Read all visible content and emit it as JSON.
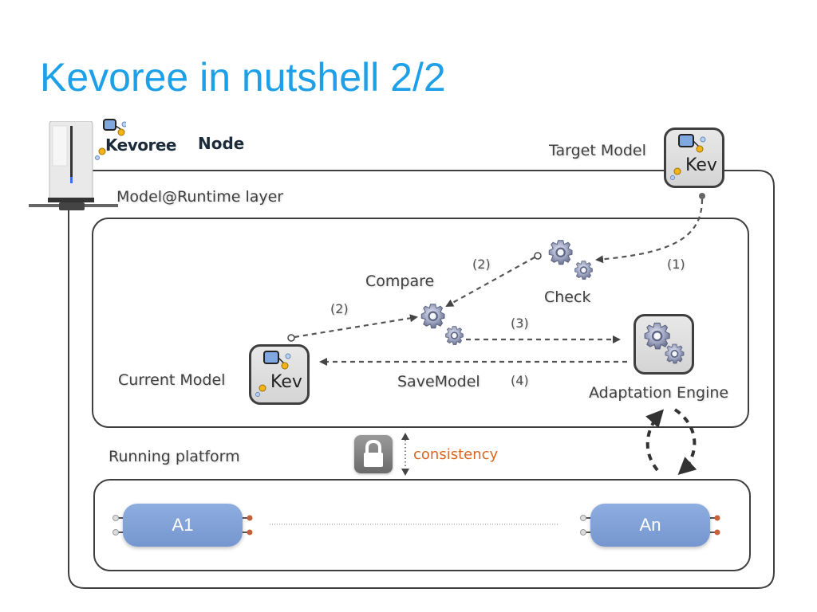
{
  "slide": {
    "title": "Kevoree in nutshell 2/2"
  },
  "header": {
    "logo_text": "Kevoree",
    "node_label": "Node",
    "target_model_label": "Target Model",
    "layer_label": "Model@Runtime layer"
  },
  "runtime_layer": {
    "compare_label": "Compare",
    "check_label": "Check",
    "current_model_label": "Current Model",
    "save_model_label": "SaveModel",
    "adaptation_engine_label": "Adaptation Engine",
    "model_icon_text": "Kev",
    "steps": {
      "step1": "(1)",
      "step2_check_to_compare": "(2)",
      "step2_current_to_compare": "(2)",
      "step3": "(3)",
      "step4": "(4)"
    }
  },
  "platform": {
    "label": "Running platform",
    "consistency_label": "consistency",
    "components": [
      {
        "name": "A1"
      },
      {
        "name": "An"
      }
    ]
  },
  "colors": {
    "title": "#1ea0e8",
    "consistency": "#d9661f",
    "component_fill": "#7f9fd6",
    "frame_stroke": "#3f3f3f"
  }
}
